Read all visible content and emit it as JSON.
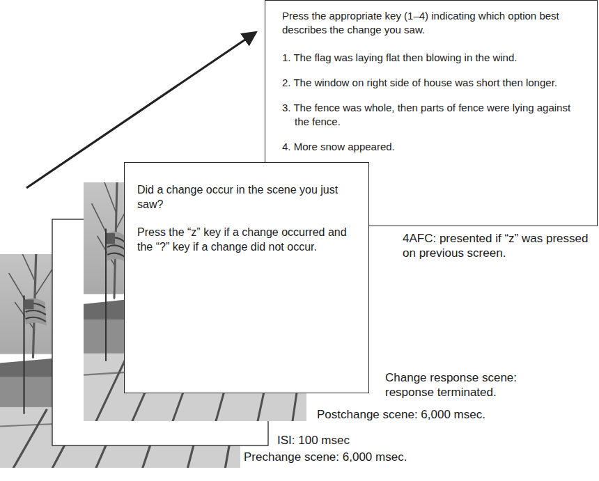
{
  "diagram": {
    "nodes": [
      {
        "text": [
          "Press the appropriate key (1–4) indicating which option best describes the change you saw.",
          "1. The flag was laying flat then blowing in the wind.",
          "2. The window on right side of house was short then longer.",
          "3. The fence was whole, then parts of fence were lying against the fence.",
          "4. More snow appeared."
        ]
      },
      {
        "text": [
          "Did a change occur in the scene you just saw?",
          "Press the “z” key if a change occurred and the “?” key if a change did not occur."
        ]
      }
    ],
    "labels": [
      "4AFC: presented if “z” was pressed on previous screen.",
      "Change response scene: response terminated.",
      "Postchange scene: 6,000 msec.",
      "ISI: 100 msec",
      "Prechange scene: 6,000 msec."
    ]
  }
}
